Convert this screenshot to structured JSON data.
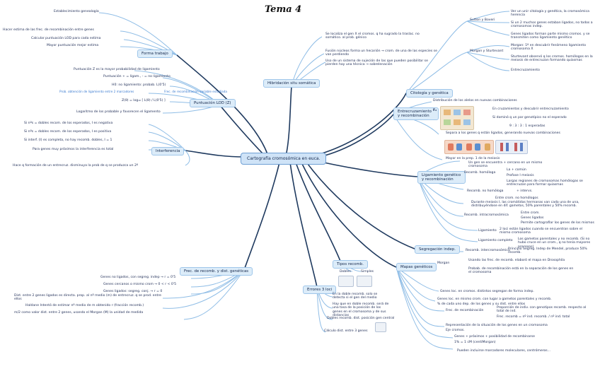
{
  "title": "Tema 4",
  "central": "Cartografía cromosómica en euca.",
  "branches": {
    "forma_trabajo": {
      "label": "Forma trabajo",
      "items": [
        "Establecimiento genealogía",
        "Hacer estima de las frec. de recombinación entre genes",
        "Calcular puntuación LOD para cada estima",
        "Mayor puntuación mejor estima"
      ]
    },
    "puntuacion_lod": {
      "label": "Puntuación LOD (Z)",
      "items": [
        "Puntuación Z es la mayor probabilidad de ligamiento",
        "Puntuación + = ligam., - = no ligamiento",
        "H0: no ligamiento: probab. L(0'5)",
        "Prob. obtención de ligamiento entre 2 marcadores",
        "Z(θ) = log₁₀ [ L(θ) / L(0'5) ]",
        "Frec. de recombinación variable estudiada",
        "Logaritmo de los probable y favorecen el ligamento"
      ]
    },
    "interferencia": {
      "label": "Interferencia",
      "items": [
        "Si nºs = dobles recom. de los esperados, I es negativa",
        "Si nºs = dobles recom. de los esperados, I es positiva",
        "Si interf. (I) es completa, no hay recomb. dobles, I = 1",
        "Para genes muy próximos la interferencia es total",
        "Hace q formación de un entrecruz. disminuya la prob de q se produzca un 2º"
      ]
    },
    "hibridacion": {
      "label": "Hibridación situ somática",
      "items": [
        "Se localiza el gen X el cromos. q ha sugrado la traslac. no somático. al prob. génico",
        "Fusión núcleos forma un hecarión → crom. de una de las especies se van perdiendo",
        "Uso de un sistema de sujeción de las que pueden posibilitar se pierden hay una técnica → sobrelenación"
      ]
    },
    "citologia": {
      "label": "Citología y genética",
      "items": [
        "Sutton y Boveri",
        "Ver un unir citología y genética, la cromosómica herencia",
        "Si un 2 muchos genes estaban ligados, no todos a cromosomas indep.",
        "Genes ligados forman parte mismo cromos. y se transmiten como ligamiento genético",
        "Morgan y Sturtevant",
        "Morgan: 1º en descubrir fenómeno ligamiento cromosoma X",
        "Sturtevant observó q los cromos. homólogos en la meiosis de entrecruzan formando quiasmas",
        "Entrecruzamiento"
      ]
    },
    "entrecruzamiento": {
      "label": "Entrecruzamiento y recombinación",
      "items": [
        "Distribución de los alelos en nuevas combinaciones",
        "F₂",
        "En cruzamientos y descubrir entrecruzamiento",
        "Si dominó q un par genotípico no el esperado",
        "9 : 3 : 3 : 1 esperadas",
        "Separa a los genes q están ligados, generando nuevas combinaciones",
        "Mayor en la prep. 1 de la meiosis"
      ]
    },
    "ligamiento": {
      "label": "Ligamiento genético y recombinación",
      "items": [
        "Un gen se encuentra + cercano en un mismo cromosoma",
        "Recomb. homóloga",
        "La + común",
        "Profase I meiosis",
        "Largas regiones de cromosomas homólogas se entrecruzan para formar quiasmas",
        "+ intervs.",
        "Recomb. no homóloga",
        "Entre crom. no homólogos",
        "Durante meiosis I, las cromátidas hermanas van cada una de una, distribuyéndose en dif. gametos, 50% parentales y 50% recomb.",
        "Recomb. intracromosómica",
        "Entre crom.",
        "Genes ligados",
        "Permite cartografiar los genes de los mismos",
        "Ligamiento",
        "2 loci están ligados cuando se encuentran sobre el mismo cromosoma",
        "Ligamiento completo",
        "Los gametos parentales y no recomb. (Si no hubo cruce en un crom., q no tenía mayores procesos)"
      ]
    },
    "segregacion": {
      "label": "Segregación indep.",
      "items": [
        "Recomb. intercromosómica",
        "Principio Segreg. Indep de Mendel, produce 50% recomb."
      ]
    },
    "mapas": {
      "label": "Mapas genéticos",
      "items": [
        "Morgan",
        "Usando las frec. de recomb. elaboró el mapa en Drosophila",
        "Probab. de recombinación está en la separación de los genes en el cromosoma",
        "Genes loc. en cromos. distintos segregan de forma indep.",
        "Genes loc. en mismo crom. con lugar a gametos parentales y recomb.",
        "% de cada uno dep. de los genes y su dist. entre ellos",
        "Frec. de recombinación",
        "Proporción de indiv. con genotipos recomb. respecto al total de ind.",
        "Frec. recomb = nº ind. recomb. / nº ind. total",
        "Representación de la situación de los genes en un cromosoma",
        "Eje cromos.",
        "Genes + próximos + posibilidad de recombinarse",
        "1% = 1 cM (centiMorgan)",
        "Pueden incluirse marcadores moleculares, centrómeros..."
      ]
    },
    "tipos_recomb": {
      "label": "Tipos recomb.",
      "items": [
        "Dobles",
        "Simples"
      ]
    },
    "errores": {
      "label": "Errores 3 loci",
      "items": [
        "En la doble recomb. solo se detecta si el gen del medio",
        "Hay que en doble recomb. será de una tasa de la posición de los genes en el cromosoma y de sus distancias",
        "Dobles recomb. dist. posición gen central",
        "Cálculo dist. entre 3 genes"
      ]
    },
    "frec_dist": {
      "label": "Frec. de recomb. y dist. genéticas",
      "items": [
        "Genes no ligados, con segreg. indep → r = 0'5",
        "Genes cercanos o mismo crom → 0 < r < 0'5",
        "Genes ligados: segreg. conj. → r = 0",
        "Dist. entre 2 genes ligados es directa. prop. al nº medio (m) de entrecruz. q se prod. entre ellos",
        "Haldane Intentó de estimar nº medio de m obtenido r (fracción recomb.)",
        "m/2 como valor dist. entre 2 genes, usando el Morgan (M) la unidad de medida"
      ]
    }
  }
}
